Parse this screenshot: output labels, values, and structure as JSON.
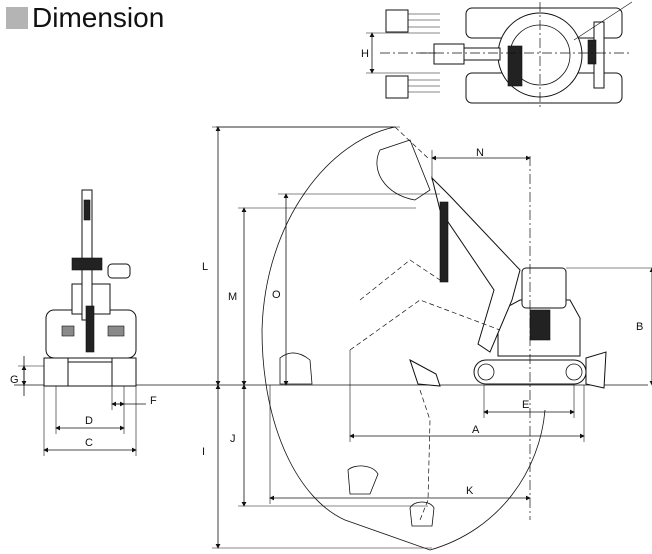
{
  "header": {
    "title": "Dimension"
  },
  "labels": {
    "A": "A",
    "B": "B",
    "C": "C",
    "D": "D",
    "E": "E",
    "F": "F",
    "G": "G",
    "H": "H",
    "I": "I",
    "J": "J",
    "K": "K",
    "L": "L",
    "M": "M",
    "N": "N",
    "O": "O"
  }
}
